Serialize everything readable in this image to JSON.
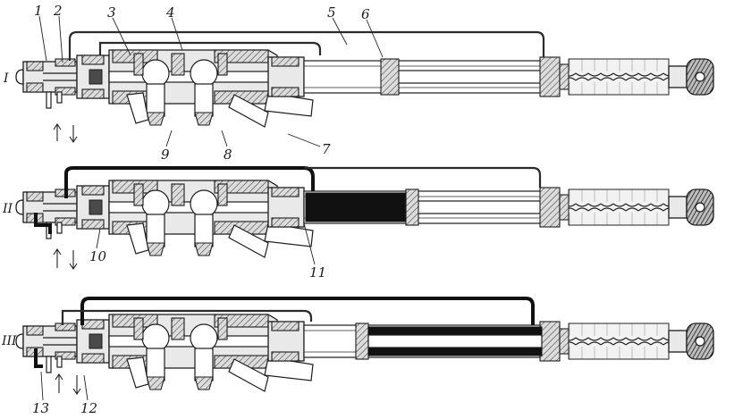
{
  "views": [
    {
      "id": "I",
      "label": "I"
    },
    {
      "id": "II",
      "label": "II"
    },
    {
      "id": "III",
      "label": "III"
    }
  ],
  "callouts": [
    {
      "id": "1",
      "text": "1"
    },
    {
      "id": "2",
      "text": "2"
    },
    {
      "id": "3",
      "text": "3"
    },
    {
      "id": "4",
      "text": "4"
    },
    {
      "id": "5",
      "text": "5"
    },
    {
      "id": "6",
      "text": "6"
    },
    {
      "id": "7",
      "text": "7"
    },
    {
      "id": "8",
      "text": "8"
    },
    {
      "id": "9",
      "text": "9"
    },
    {
      "id": "10",
      "text": "10"
    },
    {
      "id": "11",
      "text": "11"
    },
    {
      "id": "12",
      "text": "12"
    },
    {
      "id": "13",
      "text": "13"
    }
  ],
  "colors": {
    "ink": "#1c1c1c",
    "fluid": "#111111",
    "housing": "#e9e9e9",
    "background": "#ffffff"
  }
}
